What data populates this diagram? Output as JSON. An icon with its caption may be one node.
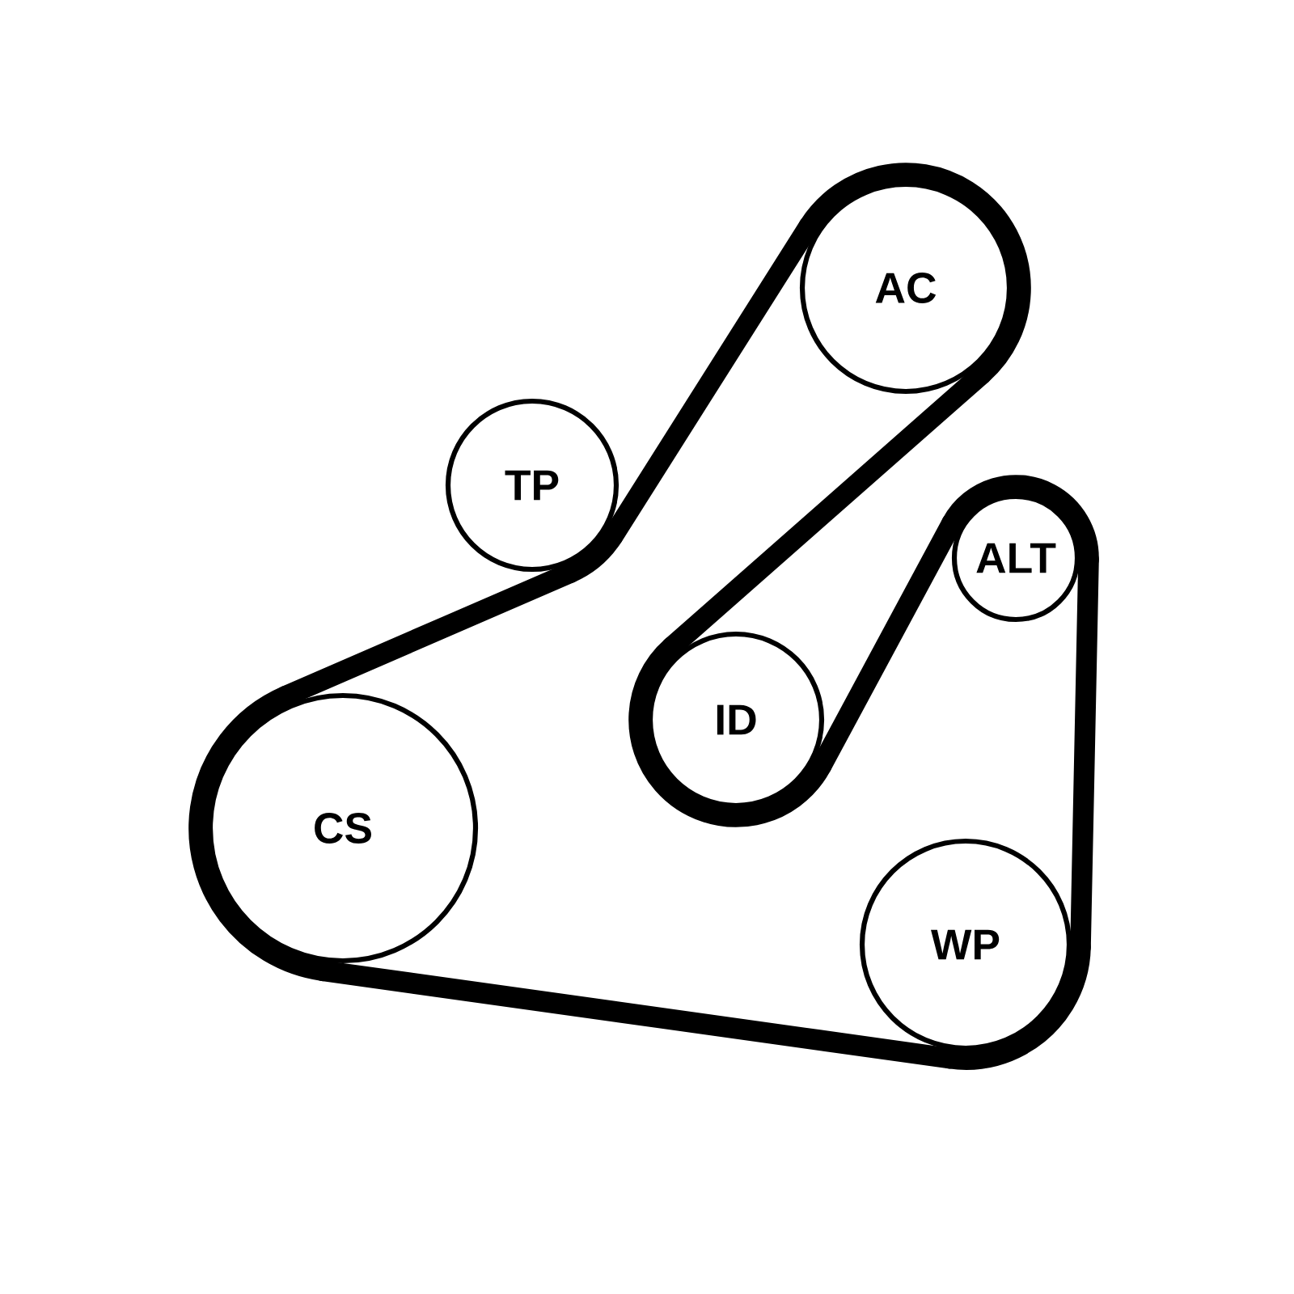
{
  "diagram": {
    "nodes": [
      {
        "text": [
          "AC"
        ]
      },
      {
        "text": [
          "TP"
        ]
      },
      {
        "text": [
          "ALT"
        ]
      },
      {
        "text": [
          "ID"
        ]
      },
      {
        "text": [
          "CS"
        ]
      },
      {
        "text": [
          "WP"
        ]
      }
    ],
    "edges": [
      {
        "from": 4,
        "to": 1,
        "arrow": "none"
      },
      {
        "from": 1,
        "to": 0,
        "arrow": "none"
      },
      {
        "from": 0,
        "to": 3,
        "arrow": "none"
      },
      {
        "from": 3,
        "to": 2,
        "arrow": "none"
      },
      {
        "from": 2,
        "to": 5,
        "arrow": "none"
      },
      {
        "from": 5,
        "to": 4,
        "arrow": "none"
      }
    ]
  }
}
